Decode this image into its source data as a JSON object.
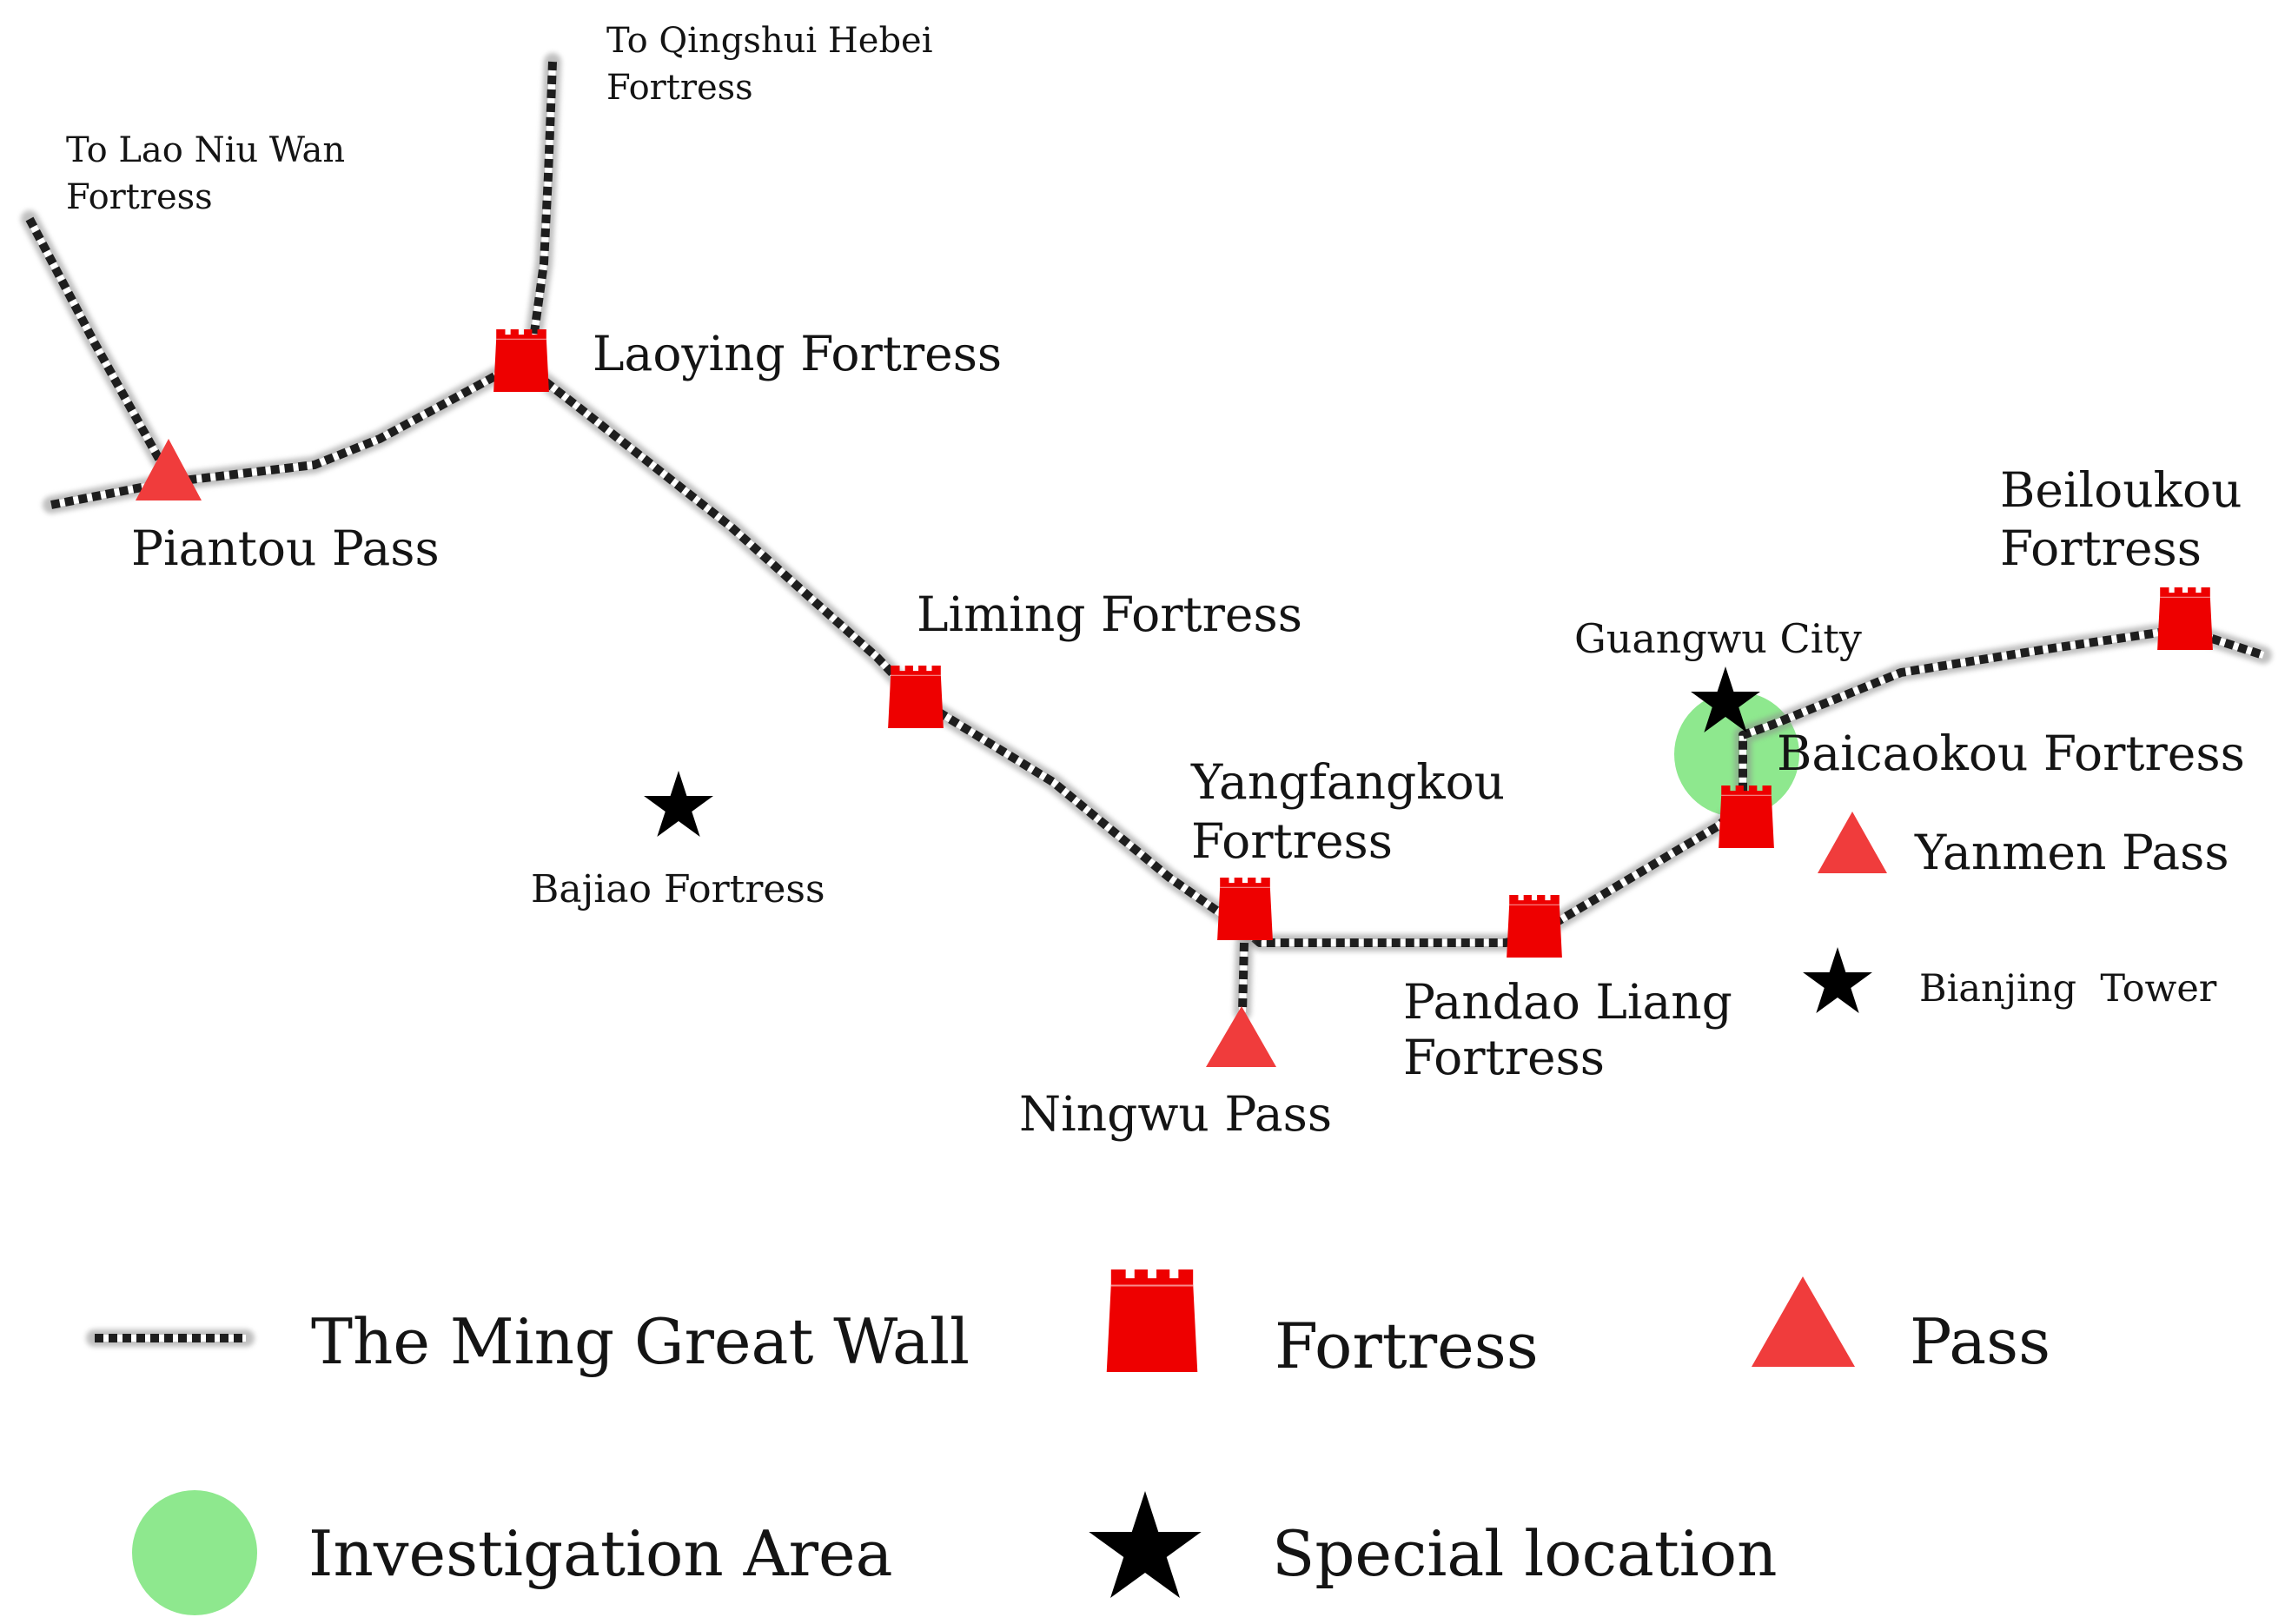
{
  "map": {
    "labels": {
      "to_qingshui": [
        "To Qingshui Hebei",
        "Fortress"
      ],
      "to_lao_niu_wan": [
        "To Lao Niu Wan",
        "Fortress"
      ],
      "laoying": "Laoying Fortress",
      "piantou": "Piantou Pass",
      "liming": "Liming Fortress",
      "bajiao": "Bajiao Fortress",
      "yangfangkou": [
        "Yangfangkou",
        "Fortress"
      ],
      "pandao_liang": [
        "Pandao Liang",
        "Fortress"
      ],
      "ningwu": "Ningwu Pass",
      "guangwu": "Guangwu City",
      "baicaokou": "Baicaokou Fortress",
      "yanmen": "Yanmen Pass",
      "bianjing": "Bianjing  Tower",
      "beiloukou": [
        "Beiloukou",
        "Fortress"
      ]
    }
  },
  "legend": [
    {
      "icon": "wall-line-icon",
      "label": "The Ming Great Wall"
    },
    {
      "icon": "fortress-icon",
      "label": "Fortress"
    },
    {
      "icon": "triangle-icon",
      "label": "Pass"
    },
    {
      "icon": "circle-icon",
      "label": "Investigation Area"
    },
    {
      "icon": "star-icon",
      "label": "Special location"
    }
  ],
  "colors": {
    "fortress": "#ee0000",
    "pass": "#f03c3c",
    "investigation_area": "#8ee88e",
    "special_location": "#000000"
  }
}
